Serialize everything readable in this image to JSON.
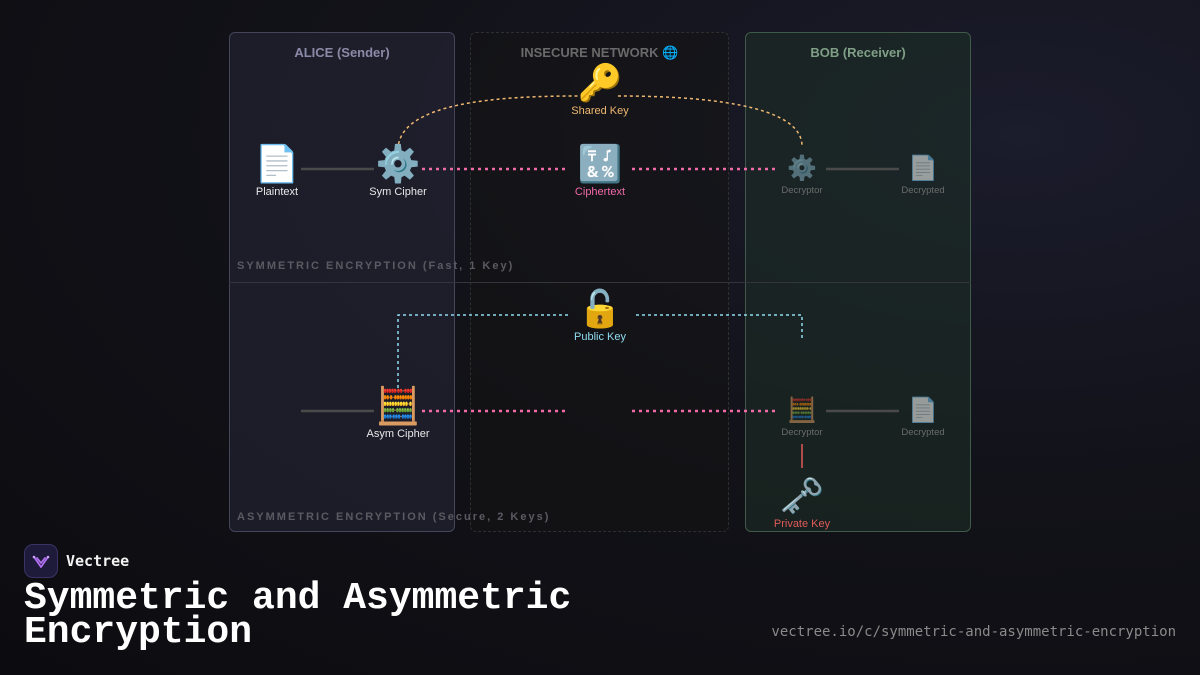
{
  "panels": {
    "alice": "ALICE (Sender)",
    "network": "INSECURE NETWORK 🌐",
    "bob": "BOB (Receiver)"
  },
  "sections": {
    "symmetric": "SYMMETRIC ENCRYPTION (Fast, 1 Key)",
    "asymmetric": "ASYMMETRIC ENCRYPTION (Secure, 2 Keys)"
  },
  "symmetric": {
    "plaintext": {
      "icon": "📄",
      "label": "Plaintext"
    },
    "sym_cipher": {
      "icon": "⚙️",
      "label": "Sym Cipher"
    },
    "shared_key": {
      "icon": "🔑",
      "label": "Shared Key"
    },
    "ciphertext": {
      "icon": "🔣",
      "label": "Ciphertext"
    },
    "decryptor": {
      "icon": "⚙️",
      "label": "Decryptor"
    },
    "decrypted": {
      "icon": "📄",
      "label": "Decrypted"
    }
  },
  "asymmetric": {
    "asym_cipher": {
      "icon": "🧮",
      "label": "Asym Cipher"
    },
    "public_key": {
      "icon": "🔓",
      "label": "Public Key"
    },
    "decryptor": {
      "icon": "🧮",
      "label": "Decryptor"
    },
    "decrypted": {
      "icon": "📄",
      "label": "Decrypted"
    },
    "private_key": {
      "icon": "🗝️",
      "label": "Private Key"
    }
  },
  "footer": {
    "brand": "Vectree",
    "title": "Symmetric and Asymmetric Encryption",
    "url": "vectree.io/c/symmetric-and-asymmetric-encryption"
  },
  "colors": {
    "shared_key": "#f0b870",
    "ciphertext": "#f06aa8",
    "public_key": "#8fdcf0",
    "private_key": "#e05a5a",
    "link": "#4a4a4a"
  }
}
